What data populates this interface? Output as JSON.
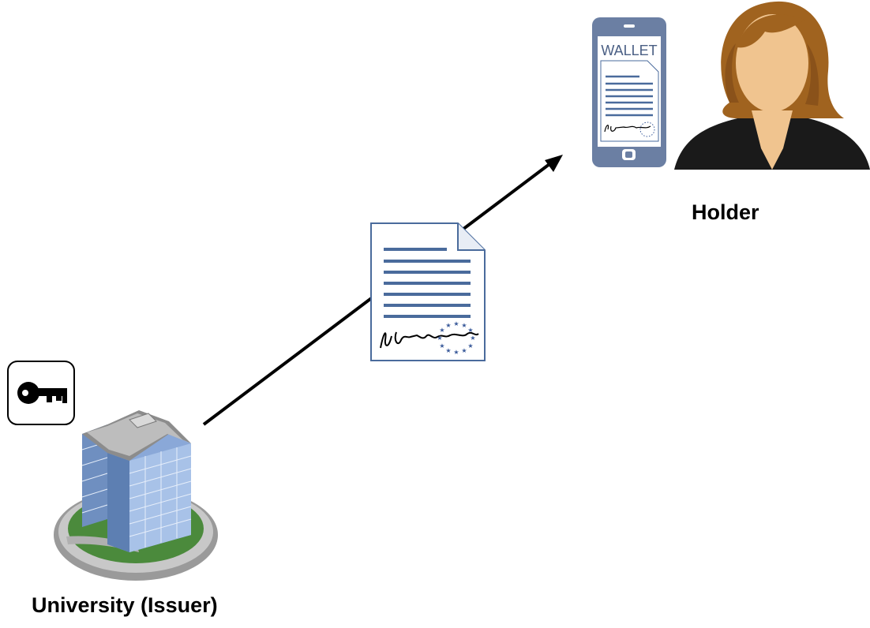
{
  "holder": {
    "label": "Holder"
  },
  "issuer": {
    "label": "University (Issuer)"
  },
  "wallet": {
    "title": "WALLET"
  },
  "icons": {
    "key": "key-icon",
    "building": "university-building-icon",
    "document": "signed-credential-document-icon",
    "phone": "wallet-phone-icon",
    "person": "holder-person-icon",
    "arrow": "issuance-arrow"
  },
  "colors": {
    "document_lines": "#4a6b9c",
    "phone_body": "#6b7fa3",
    "seal_stars": "#3a5a9a",
    "arrow": "#000000",
    "hair": "#a0631f",
    "skin": "#f0c48f",
    "clothing": "#1a1a1a"
  }
}
